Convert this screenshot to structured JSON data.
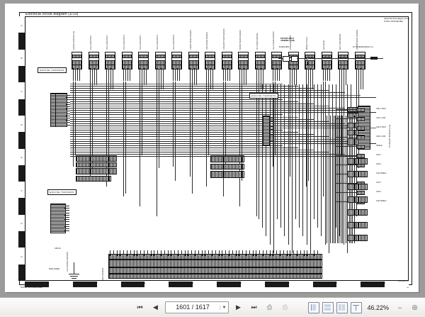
{
  "document": {
    "title": "Electrical circuit diagram (1/13)",
    "top_right_line1": "Electrical circuit diagram (1/13)",
    "top_right_line2": "D475A, D475ASD-8E0",
    "bottom_left_code": "D475A, D475ASD-8E0",
    "bottom_right_code": "SEN06536-00",
    "bottom_right_page": "3"
  },
  "diagram": {
    "harness_labels": [
      "ENGINE HARNESS",
      "ENGINE HARNESS",
      "ENGINE HARNESS"
    ],
    "ground_label": "MAIN FRAME",
    "ground_tag": "GND-02",
    "top_block_label": "BATTERY RELAY\nASSEMBLY (C/M)",
    "top_block_ids": [
      "B-0509-0509"
    ],
    "top_right_note": "42 TO HEATER RELAY (1)",
    "right_column_note": "TO ENGINE HARNESS (1/13)",
    "right_signals": [
      "CAN 1 HIGH",
      "CAN 1 LOW",
      "CAN 2 HIGH",
      "CAN 2 LOW",
      "SHIELD",
      "CAN 1",
      "CAN 2",
      "CAN SHIELD",
      "CAN 1",
      "CAN 2",
      "CAN SHIELD"
    ],
    "left_ruler_marks": [
      "A",
      "B",
      "C",
      "D",
      "E",
      "F",
      "G",
      "H"
    ],
    "bottom_ruler_marks": [
      "1",
      "2",
      "3",
      "4",
      "5",
      "6",
      "7",
      "8"
    ],
    "vertical_labels": [
      "ENGINE CONTROLLER",
      "FUEL INJECTOR 1",
      "FUEL INJECTOR 2",
      "FUEL INJECTOR 3",
      "FUEL INJECTOR 4",
      "FUEL INJECTOR 5",
      "FUEL INJECTOR 6",
      "CRANK SPEED SENSOR",
      "CAM SPEED SENSOR",
      "COOLANT TEMP SENSOR",
      "BOOST PRESS SENSOR",
      "OIL PRESS SENSOR",
      "FUEL PRESS SENSOR",
      "INTAKE AIR TEMP",
      "WATER IN FUEL",
      "EGR VALVE",
      "AIR FLOW SENSOR",
      "ATMOSPHERIC SENSOR"
    ],
    "left_vertical_label": "LEFT ENGINE HARNESS",
    "bottom_vertical_label": "MAIN HARNESS"
  },
  "toolbar": {
    "first_page_icon": "first-page-icon",
    "prev_page_icon": "previous-page-icon",
    "next_page_icon": "next-page-icon",
    "last_page_icon": "last-page-icon",
    "page_value": "1601 / 1617",
    "page_total": "1617",
    "zoom_value": "46.22%",
    "fit_page_icon": "fit-page-icon",
    "fit_width_icon": "fit-width-icon",
    "single_page_icon": "single-page-view-icon",
    "continuous_icon": "continuous-view-icon",
    "facing_icon": "facing-pages-icon",
    "thumbnail_icon": "thumbnail-view-icon",
    "zoom_out_icon": "zoom-out-icon",
    "copy_icon": "copy-icon",
    "snapshot_icon": "snapshot-icon"
  }
}
